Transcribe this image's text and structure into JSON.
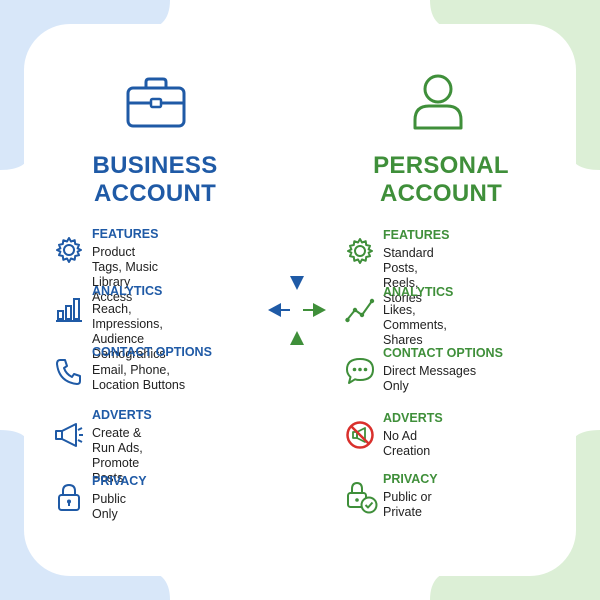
{
  "colors": {
    "business": "#1f5aa6",
    "personal": "#3f8f3a",
    "text": "#222222",
    "no_ads_red": "#d9302c"
  },
  "business": {
    "icon": "briefcase-icon",
    "title_line1": "BUSINESS",
    "title_line2": "ACCOUNT",
    "rows": [
      {
        "icon": "gear-icon",
        "heading": "FEATURES",
        "value": "Product Tags, Music Library Access"
      },
      {
        "icon": "bar-chart-icon",
        "heading": "ANALYTICS",
        "value": "Reach, Impressions,\nAudience Demograhics"
      },
      {
        "icon": "phone-icon",
        "heading": "CONTACT OPTIONS",
        "value": "Email, Phone,\nLocation Buttons"
      },
      {
        "icon": "megaphone-icon",
        "heading": "ADVERTS",
        "value": "Create & Run Ads,\nPromote Posts"
      },
      {
        "icon": "lock-icon",
        "heading": "PRIVACY",
        "value": "Public Only"
      }
    ]
  },
  "personal": {
    "icon": "user-icon",
    "title_line1": "PERSONAL",
    "title_line2": "ACCOUNT",
    "rows": [
      {
        "icon": "gear-icon",
        "heading": "FEATURES",
        "value": "Standard Posts, Reels, Stories"
      },
      {
        "icon": "line-chart-icon",
        "heading": "ANALYTICS",
        "value": "Likes, Comments,\nShares"
      },
      {
        "icon": "chat-bubble-icon",
        "heading": "CONTACT OPTIONS",
        "value": "Direct Messages Only"
      },
      {
        "icon": "no-ads-icon",
        "heading": "ADVERTS",
        "value": "No Ad Creation"
      },
      {
        "icon": "lock-check-icon",
        "heading": "PRIVACY",
        "value": "Public or Private"
      }
    ]
  }
}
